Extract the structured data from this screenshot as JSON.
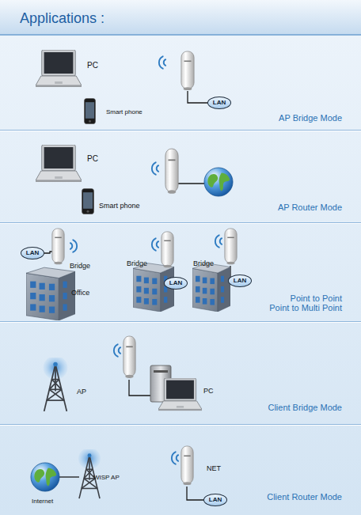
{
  "diagram": {
    "title": "Applications :",
    "nodes": [
      {
        "text": [
          "LAN"
        ]
      },
      {
        "text": [
          "LAN"
        ]
      },
      {
        "text": [
          "LAN"
        ]
      },
      {
        "text": [
          "LAN"
        ]
      },
      {
        "text": [
          "LAN"
        ]
      }
    ],
    "labels": [
      "PC",
      "Smart phone",
      "AP Bridge Mode",
      "PC",
      "Smart phone",
      "AP Router Mode",
      "Bridge",
      "Office",
      "Bridge",
      "Bridge",
      "Point to Point",
      "Point to Multi Point",
      "AP",
      "PC",
      "Client Bridge Mode",
      "Internet",
      "WISP AP",
      "NET",
      "Client Router Mode"
    ]
  }
}
